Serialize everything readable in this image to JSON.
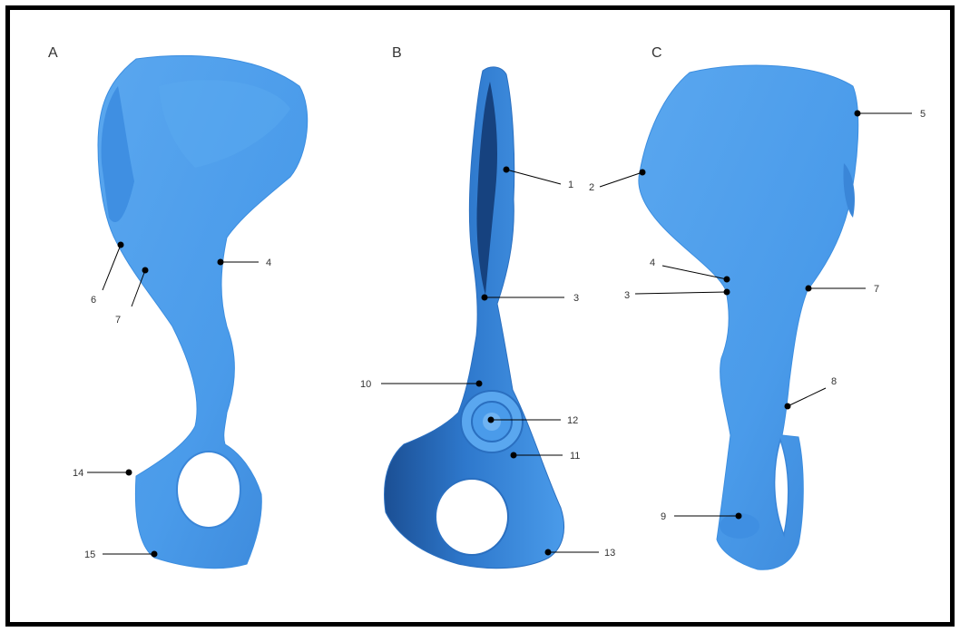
{
  "figure": {
    "panels": [
      {
        "id": "A",
        "label": "A",
        "markers": [
          "6",
          "7",
          "4",
          "14",
          "15"
        ]
      },
      {
        "id": "B",
        "label": "B",
        "markers": [
          "1",
          "3",
          "10",
          "12",
          "11",
          "13"
        ]
      },
      {
        "id": "C",
        "label": "C",
        "markers": [
          "2",
          "5",
          "4",
          "3",
          "7",
          "8",
          "9"
        ]
      }
    ]
  },
  "colors": {
    "bone": "#4a9bea",
    "bone_light": "#6fb3f2",
    "bone_dark": "#2a6fc0",
    "bone_deep": "#1b4f94",
    "frame": "#000000",
    "label": "#333333"
  }
}
